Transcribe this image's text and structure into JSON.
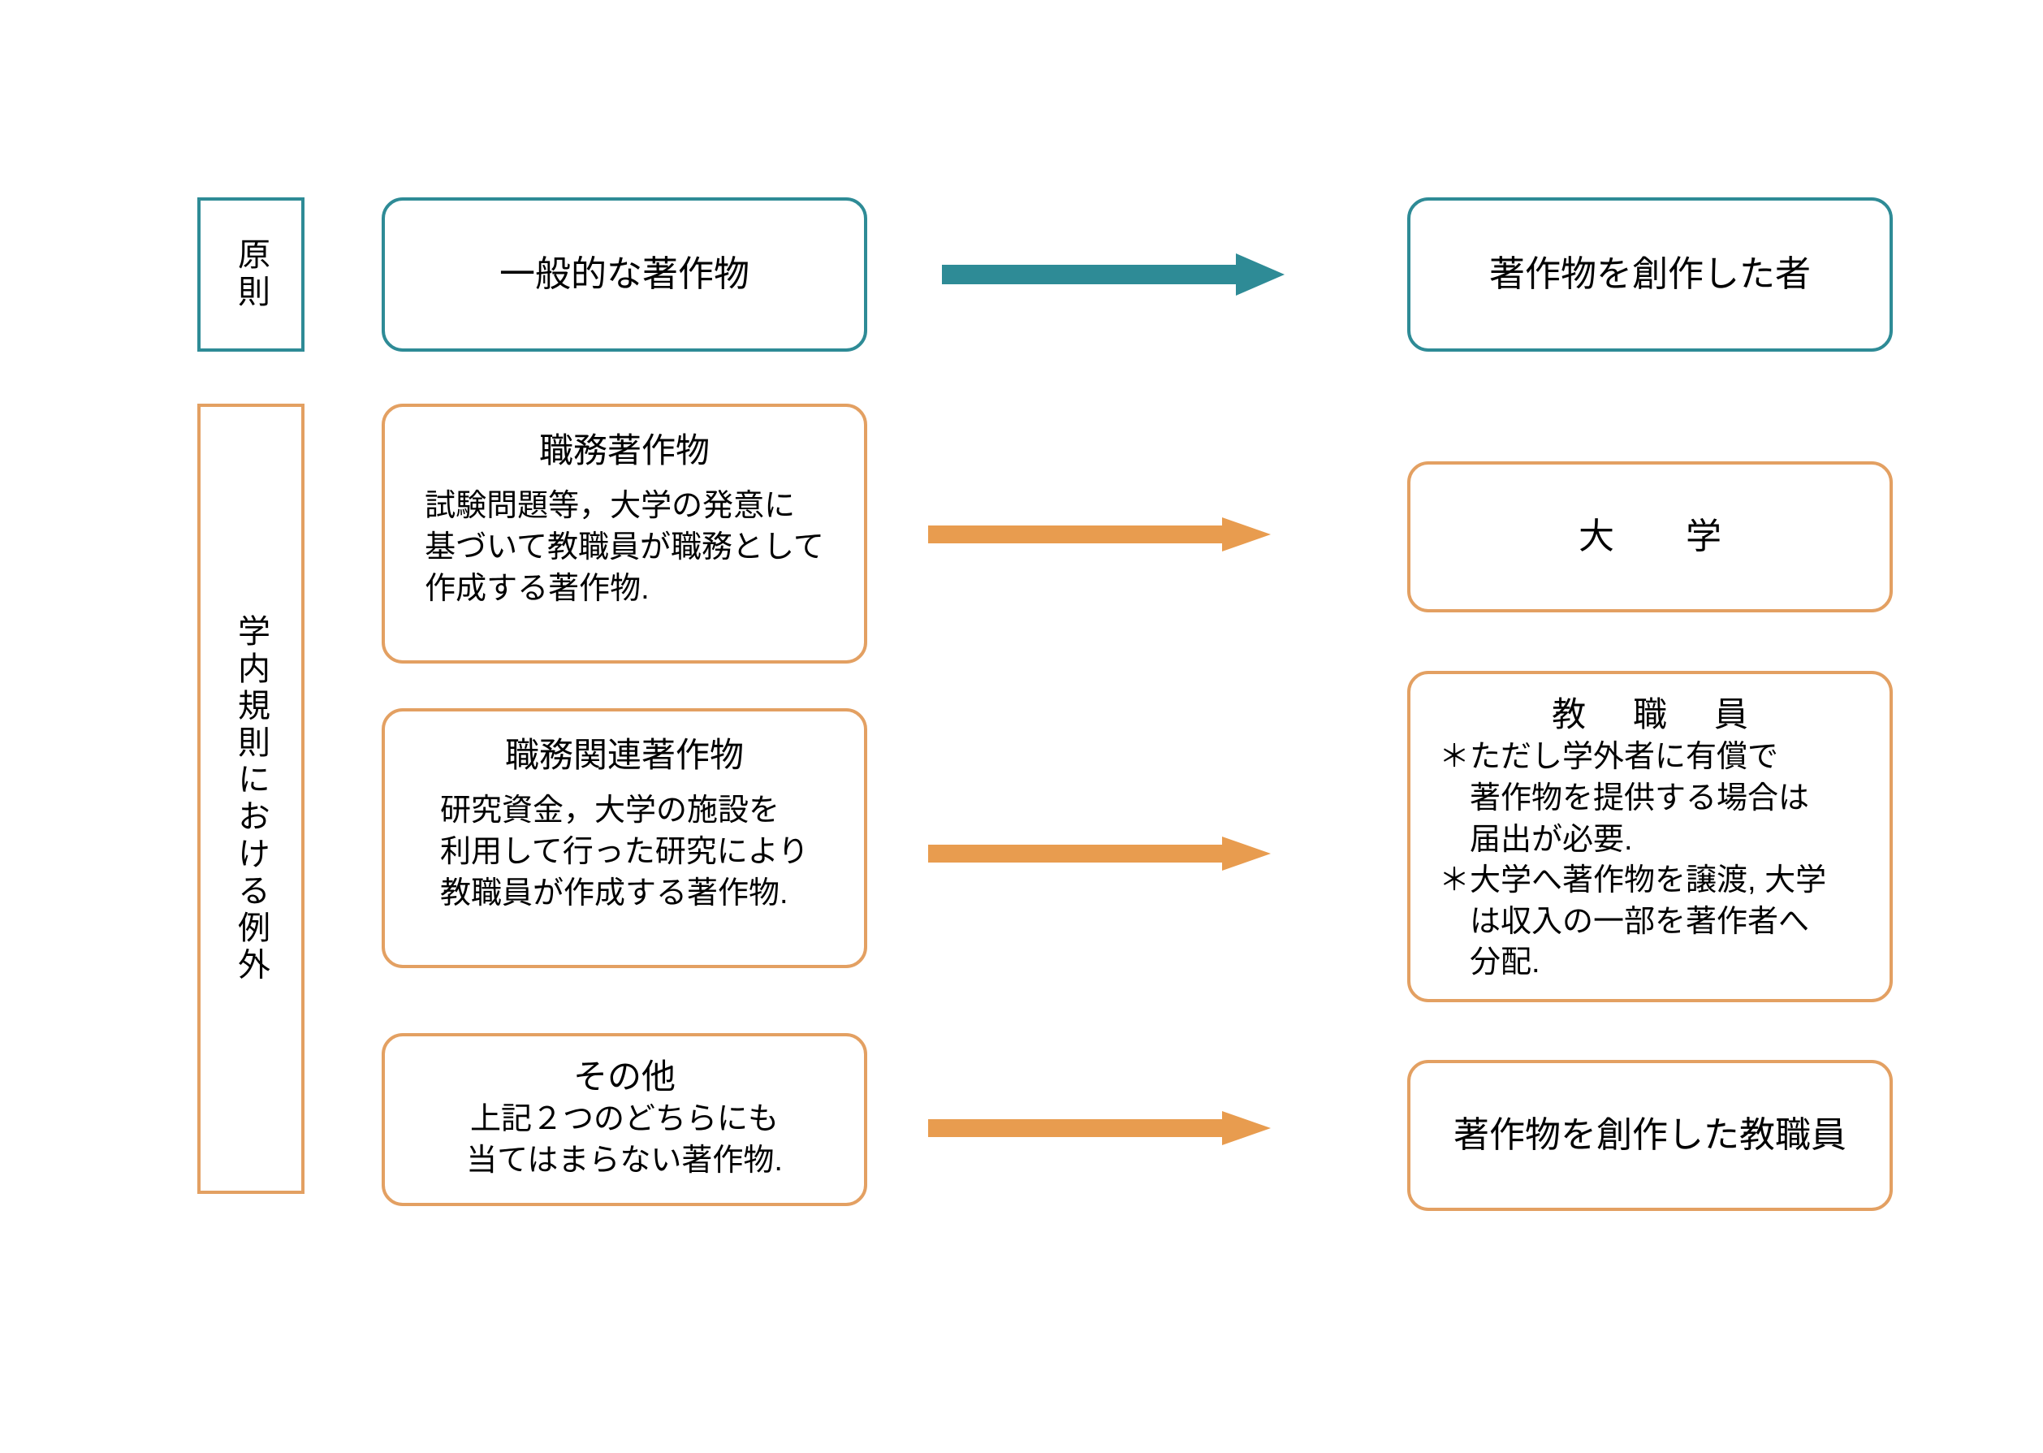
{
  "colors": {
    "teal": "#2E8B96",
    "orange": "#E3A062",
    "arrow_orange": "#E89C4F",
    "arrow_teal": "#2E8B96",
    "text": "#000000",
    "background": "#FFFFFF"
  },
  "rails": [
    {
      "label": "原則",
      "accent": "teal"
    },
    {
      "label": "学内規則における例外",
      "accent": "orange"
    }
  ],
  "rows": [
    {
      "id": "principle",
      "accent": "teal",
      "source": {
        "title": "一般的な著作物",
        "body": []
      },
      "arrow": {
        "color": "teal",
        "label": "arrow-right-teal"
      },
      "target": {
        "title": "著作物を創作した者",
        "body": []
      }
    },
    {
      "id": "work-for-hire",
      "accent": "orange",
      "source": {
        "title": "職務著作物",
        "body": [
          "試験問題等，大学の発意に",
          "基づいて教職員が職務として",
          "作成する著作物."
        ]
      },
      "arrow": {
        "color": "orange",
        "label": "arrow-right-orange"
      },
      "target": {
        "title": "大　　学",
        "body": []
      }
    },
    {
      "id": "work-related",
      "accent": "orange",
      "source": {
        "title": "職務関連著作物",
        "body": [
          "研究資金，大学の施設を",
          "利用して行った研究により",
          "教職員が作成する著作物."
        ]
      },
      "arrow": {
        "color": "orange",
        "label": "arrow-right-orange"
      },
      "target": {
        "title": "教 職 員",
        "body": [
          "＊ただし学外者に有償で著作物を提供する場合は届出が必要.",
          "＊大学へ著作物を譲渡, 大学は収入の一部を著作者へ分配."
        ],
        "body_lines": [
          "＊ただし学外者に有償で",
          "　著作物を提供する場合は",
          "　届出が必要.",
          "＊大学へ著作物を譲渡, 大学",
          "　は収入の一部を著作者へ",
          "　分配."
        ]
      }
    },
    {
      "id": "other",
      "accent": "orange",
      "source": {
        "title": "その他",
        "body": [
          "上記２つのどちらにも",
          "当てはまらない著作物."
        ]
      },
      "arrow": {
        "color": "orange",
        "label": "arrow-right-orange"
      },
      "target": {
        "title": "著作物を創作した教職員",
        "body": []
      }
    }
  ]
}
